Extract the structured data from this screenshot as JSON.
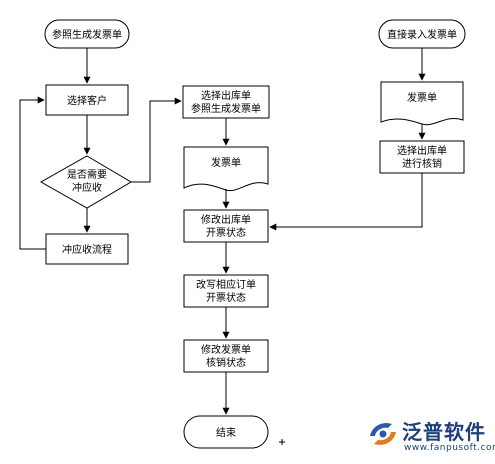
{
  "nodes": {
    "ref_gen_invoice": "参照生成发票单",
    "direct_entry_invoice": "直接录入发票单",
    "select_customer": "选择客户",
    "need_offset_q": [
      "是否需要",
      "冲应收"
    ],
    "offset_receivable_flow": "冲应收流程",
    "select_outbound_ref": [
      "选择出库单",
      "参照生成发票单"
    ],
    "invoice_doc_mid": "发票单",
    "invoice_doc_right": "发票单",
    "select_outbound_writeoff": [
      "选择出库单",
      "进行核销"
    ],
    "modify_outbound_status": [
      "修改出库单",
      "开票状态"
    ],
    "rewrite_order_status": [
      "改写相应订单",
      "开票状态"
    ],
    "modify_invoice_writeoff": [
      "修改发票单",
      "核销状态"
    ],
    "end": "结束"
  },
  "logo": {
    "brand_cn": "泛普软件",
    "url": "www.fanpusoft.com"
  }
}
